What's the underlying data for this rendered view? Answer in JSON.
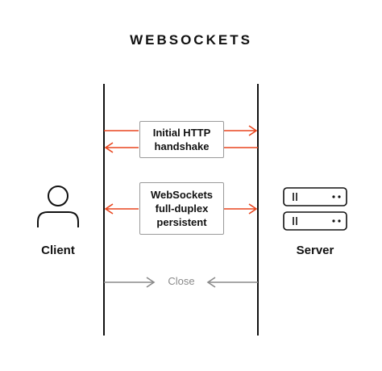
{
  "title": "WEBSOCKETS",
  "actors": {
    "client": {
      "label": "Client",
      "icon": "user-icon"
    },
    "server": {
      "label": "Server",
      "icon": "server-icon"
    }
  },
  "messages": [
    {
      "lines": [
        "Initial HTTP",
        "handshake"
      ],
      "color": "#e8451e"
    },
    {
      "lines": [
        "WebSockets",
        "full-duplex",
        "persistent"
      ],
      "color": "#e8451e"
    }
  ],
  "close": {
    "label": "Close",
    "color": "#8a8a8a"
  },
  "colors": {
    "accent": "#e8451e",
    "muted": "#8a8a8a",
    "line": "#111111"
  }
}
